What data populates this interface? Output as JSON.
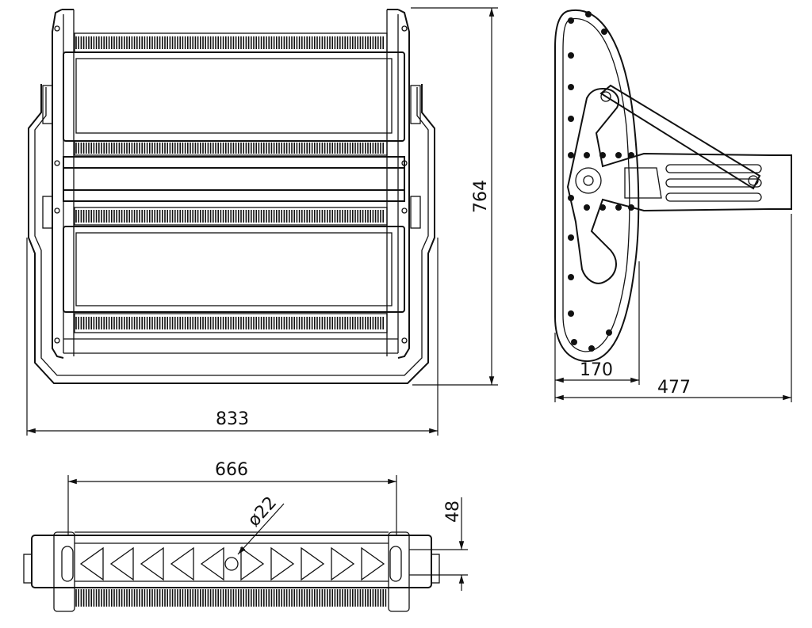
{
  "dimensions": {
    "front_height": "764",
    "front_width": "833",
    "side_depth": "170",
    "side_total": "477",
    "bottom_width": "666",
    "diameter": "ø22",
    "bottom_thickness": "48"
  }
}
